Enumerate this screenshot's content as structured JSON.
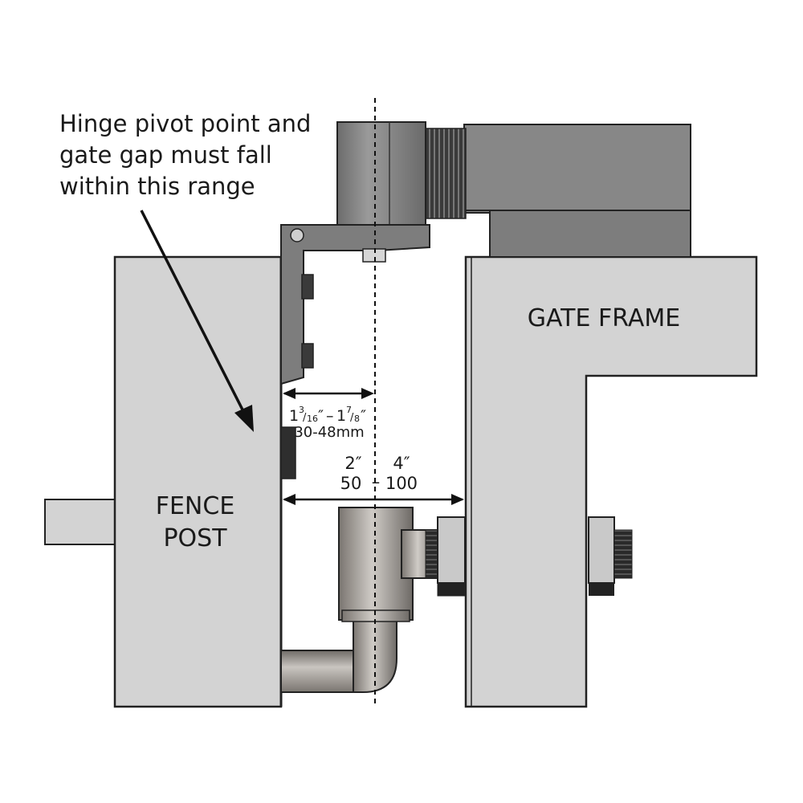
{
  "callout": {
    "lines": [
      "Hinge pivot point and",
      "gate gap must fall",
      "within this range"
    ]
  },
  "labels": {
    "gate_frame": "GATE FRAME",
    "fence_post_line1": "FENCE",
    "fence_post_line2": "POST"
  },
  "dimension_pivot": {
    "imperial": {
      "whole_min": "1",
      "num_min": "3",
      "den_min": "16",
      "unit_min": "″",
      "dash": "–",
      "whole_max": "1",
      "num_max": "7",
      "den_max": "8",
      "unit_max": "″"
    },
    "metric": "30-48mm"
  },
  "dimension_gap": {
    "imperial_min": "2″",
    "imperial_max": "4″",
    "metric_min": "50",
    "dash": "–",
    "metric_max": "100"
  },
  "colors": {
    "post_fill": "#d3d3d3",
    "hardware_dark": "#7a7a7a",
    "hardware_mid": "#8e8e8e",
    "nut_gray": "#bdbdbd",
    "outline": "#222222"
  }
}
